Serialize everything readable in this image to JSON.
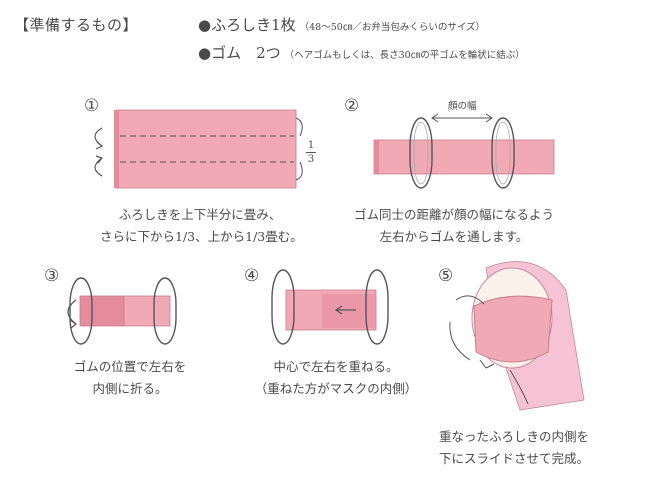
{
  "header": {
    "title": "【準備するもの】",
    "item1_label": "●ふろしき1枚",
    "item1_note": "（48～50㎝／お弁当包みくらいのサイズ）",
    "item2_label": "●ゴム　2つ",
    "item2_note": "（ヘアゴムもしくは、長さ30㎝の平ゴムを輪状に結ぶ）"
  },
  "steps": [
    {
      "number": "①",
      "caption_line1": "ふろしきを上下半分に畳み、",
      "caption_line2": "さらに下から1/3、上から1/3畳む。",
      "fraction_num": "1",
      "fraction_den": "3"
    },
    {
      "number": "②",
      "caption_line1": "ゴム同士の距離が顔の幅になるよう",
      "caption_line2": "左右からゴムを通します。",
      "label": "顔の幅"
    },
    {
      "number": "③",
      "caption_line1": "ゴムの位置で左右を",
      "caption_line2": "内側に折る。"
    },
    {
      "number": "④",
      "caption_line1": "中心で左右を重ねる。",
      "caption_line2": "（重ねた方がマスクの内側）"
    },
    {
      "number": "⑤",
      "caption_line1": "重なったふろしきの内側を",
      "caption_line2": "下にスライドさせて完成。"
    }
  ],
  "colors": {
    "cloth": "#f2a9b6",
    "cloth_dark": "#e58c9c",
    "line": "#555555",
    "hair": "#f6c3d4",
    "skin": "#fdf1ec"
  }
}
